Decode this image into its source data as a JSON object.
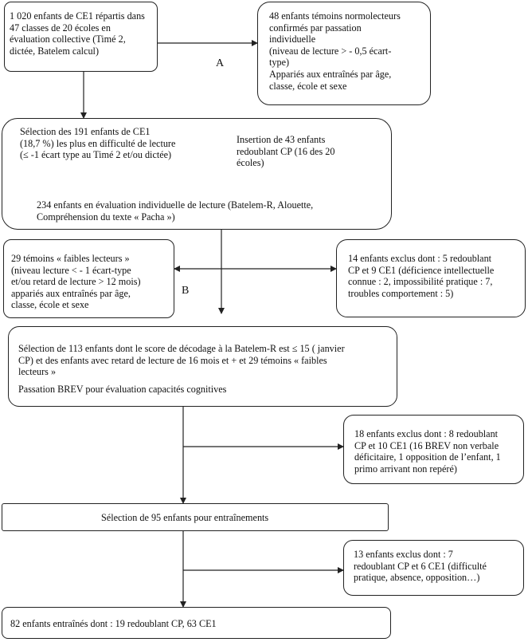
{
  "boxes": {
    "b1": "1 020 enfants de CE1 répartis dans\n47 classes de 20 écoles en\névaluation collective (Timé 2,\ndictée, Batelem calcul)",
    "b2": "48 enfants témoins normolecteurs\nconfirmés par passation\nindividuelle\n(niveau de lecture > - 0,5 écart-\ntype)\nAppariés aux entraînés par âge,\nclasse, école et sexe",
    "b3_left": "Sélection des 191 enfants de CE1\n(18,7 %) les plus en difficulté de lecture\n(≤ -1 écart type au Timé 2 et/ou dictée)",
    "b3_right": "Insertion de 43 enfants\nredoublant CP (16 des 20\nécoles)",
    "b3_bottom": "234 enfants en évaluation individuelle de lecture (Batelem-R, Alouette,\nCompréhension du texte « Pacha »)",
    "b4": "29 témoins « faibles lecteurs »\n(niveau lecture < - 1 écart-type\net/ou retard de lecture > 12 mois)\nappariés aux entraînés par âge,\nclasse, école et sexe",
    "b5": "14 enfants exclus dont : 5 redoublant\nCP et 9 CE1 (déficience intellectuelle\nconnue : 2, impossibilité pratique : 7,\ntroubles comportement : 5)",
    "b6_main": "Sélection de 113 enfants dont le score de décodage à la Batelem-R est ≤ 15 ( janvier\nCP) et des enfants avec retard de lecture de 16 mois et + et 29 témoins « faibles\nlecteurs »",
    "b6_sub": "Passation BREV pour évaluation capacités cognitives",
    "b7": "18 enfants exclus dont : 8 redoublant\nCP et 10 CE1 (16 BREV non verbale\ndéficitaire, 1 opposition de l’enfant, 1\nprimo arrivant non repéré)",
    "b8": "Sélection de 95 enfants pour entraînements",
    "b9": "13  enfants exclus dont : 7\nredoublant CP et 6 CE1 (difficulté\npratique, absence, opposition…)",
    "b10": "82 enfants entraînés dont : 19 redoublant CP, 63 CE1"
  },
  "labels": {
    "a": "A",
    "b": "B"
  },
  "colors": {
    "stroke": "#222222",
    "background": "#ffffff"
  }
}
